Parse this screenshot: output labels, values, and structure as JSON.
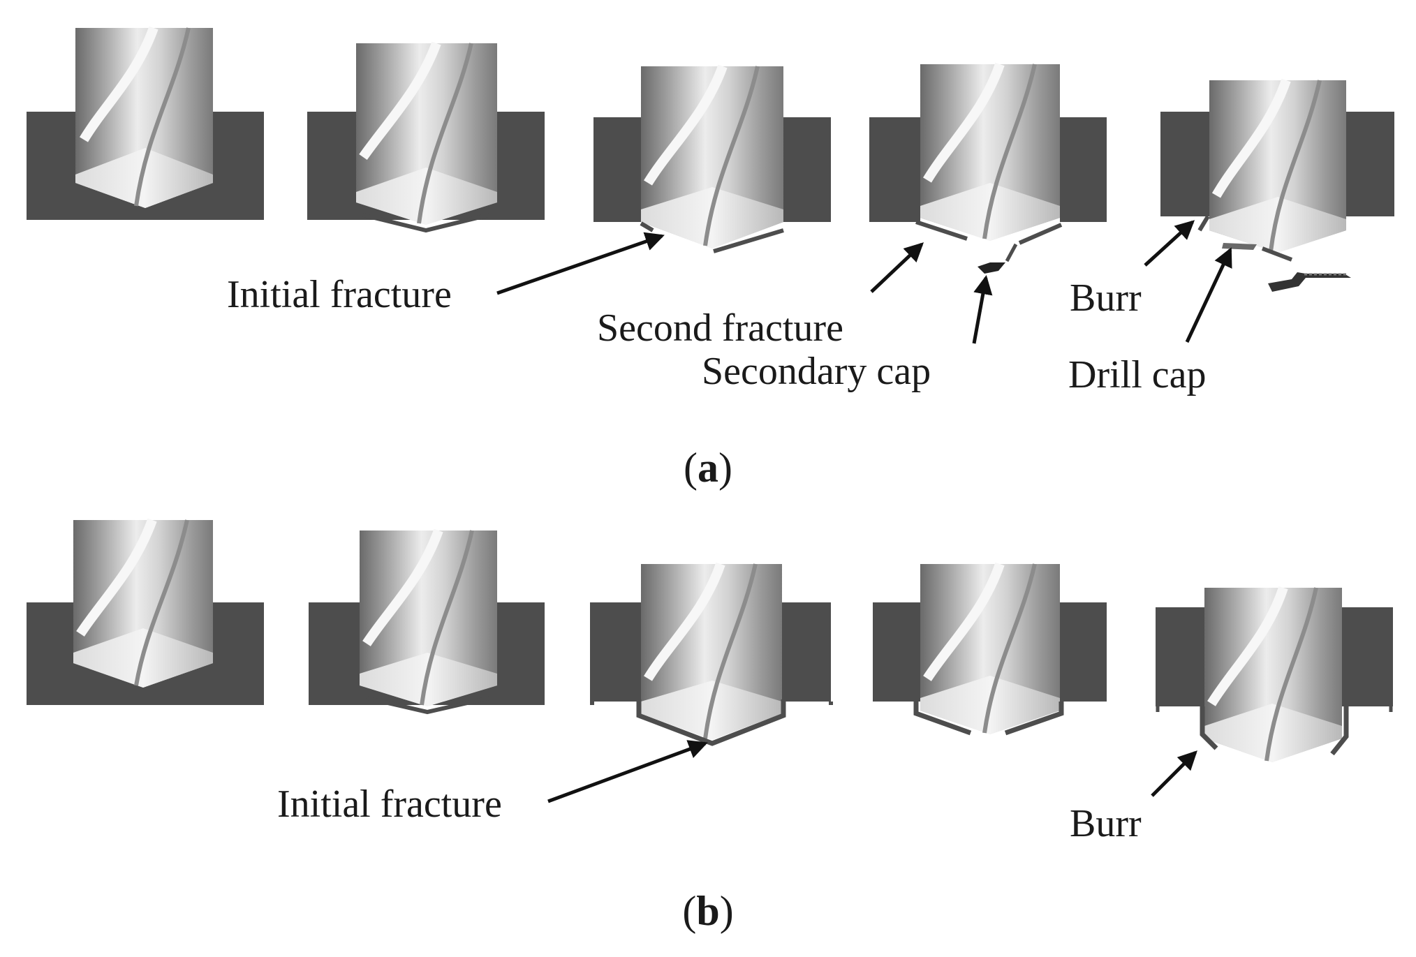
{
  "figure": {
    "colors": {
      "workpiece": "#4d4d4d",
      "drill_light": "#e4e4e4",
      "drill_mid": "#b5b5b5",
      "drill_dark": "#6e6e6e",
      "arrow": "#111111",
      "text": "#1a1a1a"
    },
    "panel_a": {
      "label_open": "(",
      "label_letter": "a",
      "label_close": ")",
      "annotations": {
        "initial_fracture": "Initial fracture",
        "second_fracture": "Second fracture",
        "secondary_cap": "Secondary cap",
        "burr": "Burr",
        "drill_cap": "Drill cap"
      },
      "stages": 5
    },
    "panel_b": {
      "label_open": "(",
      "label_letter": "b",
      "label_close": ")",
      "annotations": {
        "initial_fracture": "Initial fracture",
        "burr": "Burr"
      },
      "stages": 5
    }
  }
}
